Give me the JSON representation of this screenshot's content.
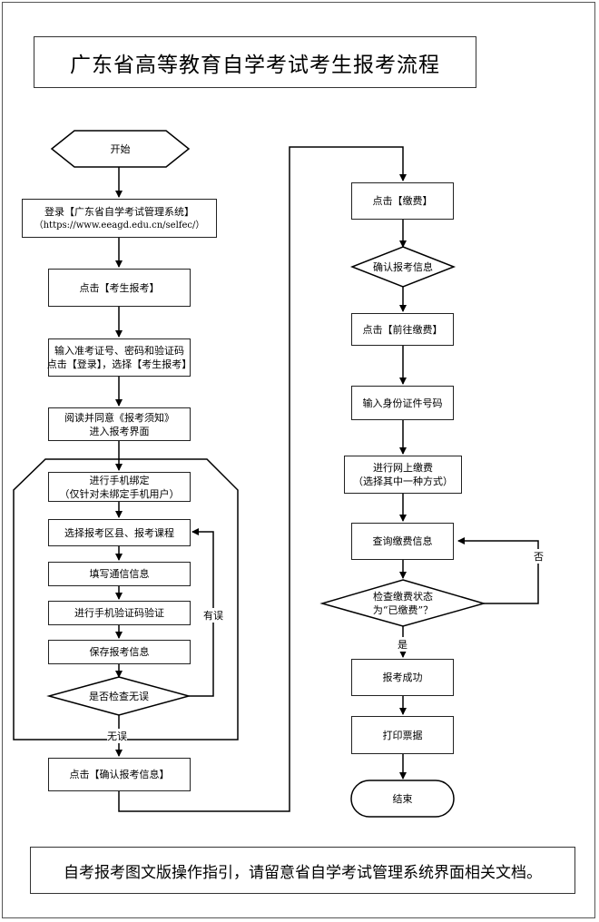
{
  "title": "广东省高等教育自学考试考生报考流程",
  "footer": "自考报考图文版操作指引，请留意省自学考试管理系统界面相关文档。",
  "left": {
    "start": "开始",
    "login_1": "登录【广东省自学考试管理系统】",
    "login_2": "（https://www.eeagd.edu.cn/selfec/）",
    "click_apply": "点击【考生报考】",
    "input_1": "输入准考证号、密码和验证码",
    "input_2": "点击【登录】，选择【考生报考】",
    "read_1": "阅读并同意《报考须知》",
    "read_2": "进入报考界面",
    "bind_1": "进行手机绑定",
    "bind_2": "（仅针对未绑定手机用户）",
    "select_course": "选择报考区县、报考课程",
    "fill_contact": "填写通信信息",
    "verify_phone": "进行手机验证码验证",
    "save_info": "保存报考信息",
    "check_decision": "是否检查无误",
    "label_error": "有误",
    "label_ok": "无误",
    "confirm": "点击【确认报考信息】"
  },
  "right": {
    "click_pay": "点击【缴费】",
    "confirm_info": "确认报考信息",
    "go_pay": "点击【前往缴费】",
    "input_id": "输入身份证件号码",
    "online_pay_1": "进行网上缴费",
    "online_pay_2": "（选择其中一种方式）",
    "query_pay": "查询缴费信息",
    "check_status_1": "检查缴费状态",
    "check_status_2": "为“已缴费”？",
    "label_no": "否",
    "label_yes": "是",
    "success": "报考成功",
    "print": "打印票据",
    "end": "结束"
  }
}
